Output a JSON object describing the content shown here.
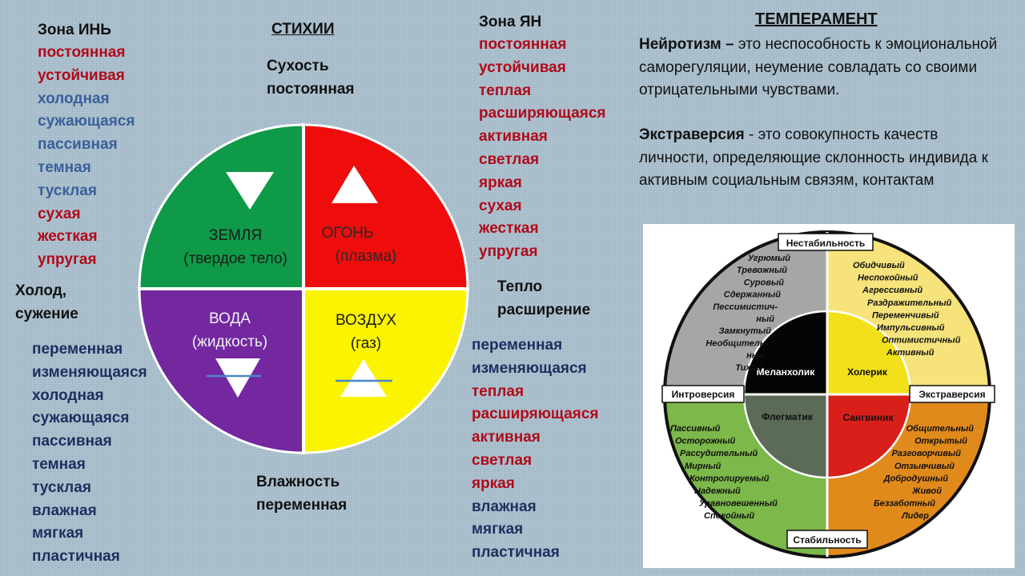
{
  "stikhii": {
    "title": "СТИХИИ",
    "top_label": [
      "Сухость",
      "постоянная"
    ],
    "bottom_label": [
      "Влажность",
      "переменная"
    ],
    "elements": [
      {
        "name": "ЗЕМЛЯ",
        "sub": "(твердое тело)",
        "color": "#0e9a48"
      },
      {
        "name": "ОГОНЬ",
        "sub": "(плазма)",
        "color": "#ee0c0c"
      },
      {
        "name": "ВОДА",
        "sub": "(жидкость)",
        "color": "#7328a0"
      },
      {
        "name": "ВОЗДУХ",
        "sub": "(газ)",
        "color": "#fbf400"
      }
    ]
  },
  "yin": {
    "title": "Зона ИНЬ",
    "items": [
      {
        "t": "постоянная",
        "c": "red"
      },
      {
        "t": "устойчивая",
        "c": "red"
      },
      {
        "t": "холодная",
        "c": "blue"
      },
      {
        "t": "сужающаяся",
        "c": "blue"
      },
      {
        "t": "пассивная",
        "c": "blue"
      },
      {
        "t": "темная",
        "c": "blue"
      },
      {
        "t": "тусклая",
        "c": "blue"
      },
      {
        "t": "сухая",
        "c": "red"
      },
      {
        "t": "жесткая",
        "c": "red"
      },
      {
        "t": "упругая",
        "c": "red"
      }
    ],
    "cold_label": [
      "Холод,",
      "сужение"
    ],
    "items2": [
      {
        "t": "переменная",
        "c": "navy"
      },
      {
        "t": "изменяющаяся",
        "c": "navy"
      },
      {
        "t": "холодная",
        "c": "navy"
      },
      {
        "t": "сужающаяся",
        "c": "navy"
      },
      {
        "t": "пассивная",
        "c": "navy"
      },
      {
        "t": "темная",
        "c": "navy"
      },
      {
        "t": "тусклая",
        "c": "navy"
      },
      {
        "t": "влажная",
        "c": "navy"
      },
      {
        "t": "мягкая",
        "c": "navy"
      },
      {
        "t": "пластичная",
        "c": "navy"
      }
    ]
  },
  "yang": {
    "title": "Зона ЯН",
    "items": [
      {
        "t": "постоянная",
        "c": "red"
      },
      {
        "t": "устойчивая",
        "c": "red"
      },
      {
        "t": "теплая",
        "c": "red"
      },
      {
        "t": "расширяющаяся",
        "c": "red"
      },
      {
        "t": "активная",
        "c": "red"
      },
      {
        "t": "светлая",
        "c": "red"
      },
      {
        "t": "яркая",
        "c": "red"
      },
      {
        "t": "сухая",
        "c": "red"
      },
      {
        "t": "жесткая",
        "c": "red"
      },
      {
        "t": "упругая",
        "c": "red"
      }
    ],
    "warm_label": [
      "Тепло",
      "расширение"
    ],
    "items2": [
      {
        "t": "переменная",
        "c": "navy"
      },
      {
        "t": "изменяющаяся",
        "c": "navy"
      },
      {
        "t": "теплая",
        "c": "red"
      },
      {
        "t": "расширяющаяся",
        "c": "red"
      },
      {
        "t": "активная",
        "c": "red"
      },
      {
        "t": "светлая",
        "c": "red"
      },
      {
        "t": "яркая",
        "c": "red"
      },
      {
        "t": "влажная",
        "c": "navy"
      },
      {
        "t": "мягкая",
        "c": "navy"
      },
      {
        "t": "пластичная",
        "c": "navy"
      }
    ]
  },
  "temperament": {
    "title": "ТЕМПЕРАМЕНТ",
    "neuro_term": "Нейротизм –",
    "neuro_def": " это неспособность к эмоциональной саморегуляции, неумение совладать со своими отрицательными чувствами.",
    "extra_term": "Экстраверсия",
    "extra_def": " - это совокупность качеств личности, определяющие склонность индивида к активным социальным связям, контактам"
  },
  "temper_chart": {
    "axis_top": "Нестабильность",
    "axis_bottom": "Стабильность",
    "axis_left": "Интроверсия",
    "axis_right": "Экстраверсия",
    "types": [
      "Меланхолик",
      "Холерик",
      "Флегматик",
      "Сангвиник"
    ],
    "colors": {
      "grey": "#a6a6a6",
      "yellow": "#f7e37b",
      "green": "#7cb84a",
      "orange": "#e08a1c",
      "melancholic": "#050505",
      "choleric": "#f2e11a",
      "phlegmatic": "#5c6a58",
      "sanguine": "#d81f1a"
    },
    "melancholic_traits": [
      "Угрюмый",
      "Тревожный",
      "Суровый",
      "Сдержанный",
      "Пессимистич-",
      "ный",
      "Замкнутый",
      "Необщитель-",
      "ный",
      "Тихий"
    ],
    "choleric_traits": [
      "Обидчивый",
      "Неспокойный",
      "Агрессивный",
      "Раздражительный",
      "Переменчивый",
      "Импульсивный",
      "Оптимистичный",
      "Активный"
    ],
    "phlegmatic_traits": [
      "Пассивный",
      "Осторожный",
      "Рассудительный",
      "Мирный",
      "Контролируемый",
      "Надежный",
      "Уравновешенный",
      "Спокойный"
    ],
    "sanguine_traits": [
      "Общительный",
      "Открытый",
      "Разговорчивый",
      "Отзывчивый",
      "Добродушный",
      "Живой",
      "Беззаботный",
      "Лидер"
    ]
  }
}
